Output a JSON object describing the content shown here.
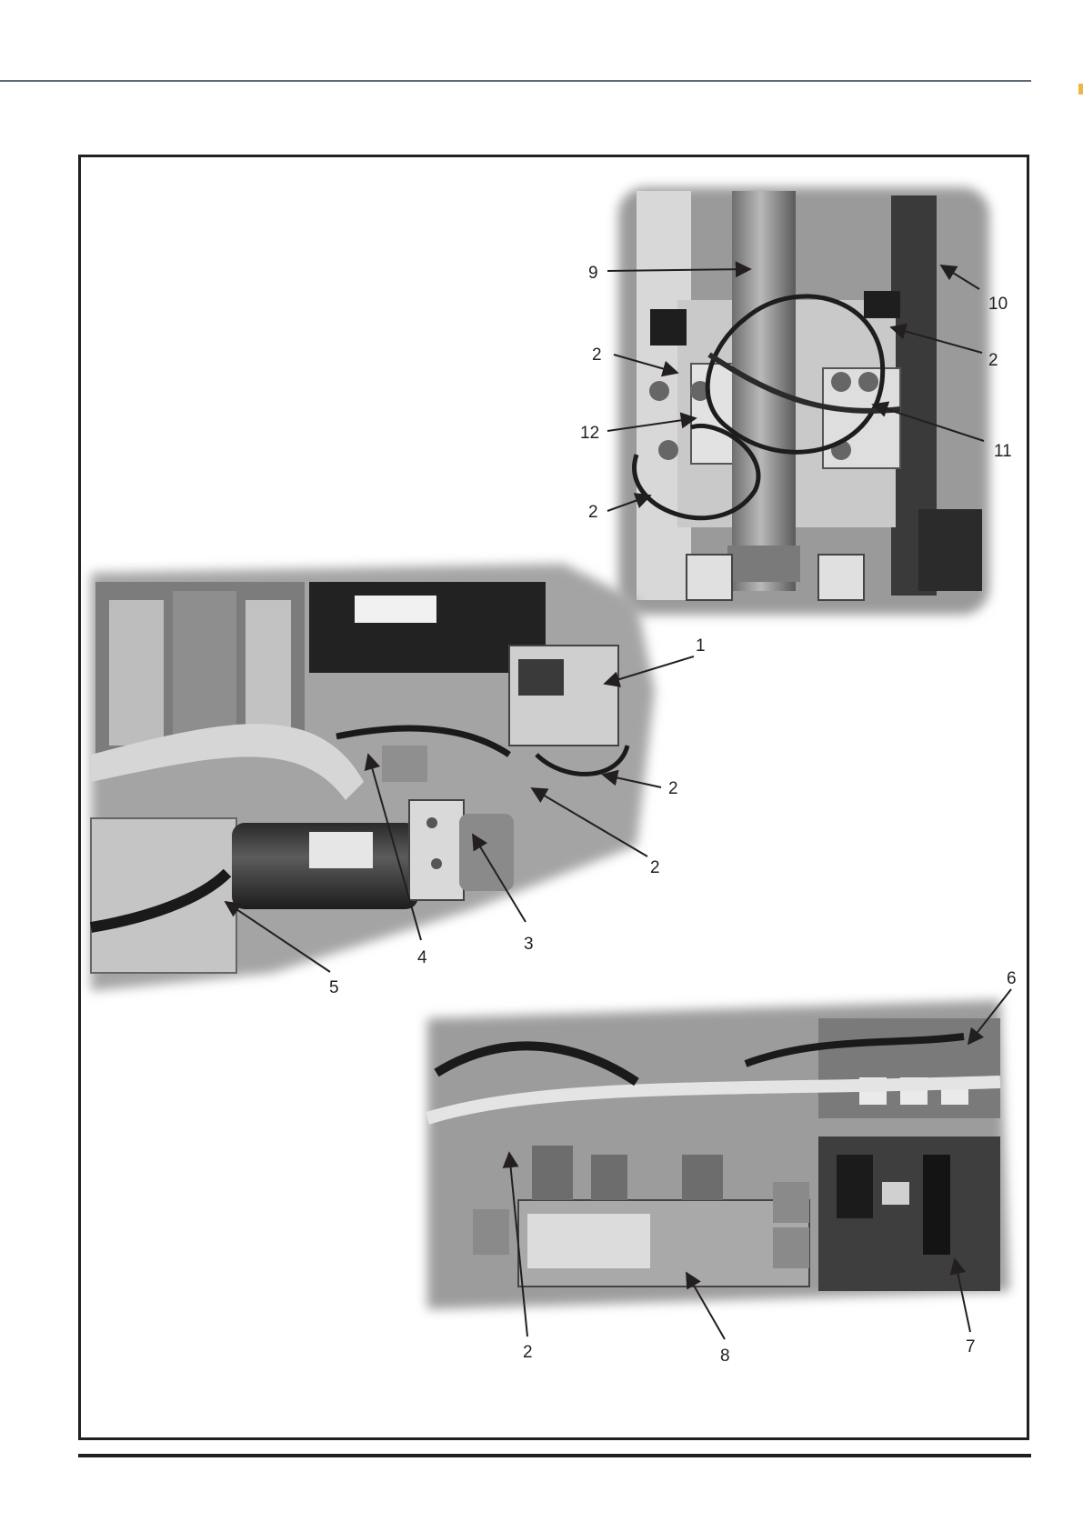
{
  "figure": {
    "callouts": [
      {
        "id": "c9",
        "label": "9"
      },
      {
        "id": "c10",
        "label": "10"
      },
      {
        "id": "c2a",
        "label": "2"
      },
      {
        "id": "c2b",
        "label": "2"
      },
      {
        "id": "c12",
        "label": "12"
      },
      {
        "id": "c11",
        "label": "11"
      },
      {
        "id": "c2c",
        "label": "2"
      },
      {
        "id": "c1",
        "label": "1"
      },
      {
        "id": "c2d",
        "label": "2"
      },
      {
        "id": "c2e",
        "label": "2"
      },
      {
        "id": "c3",
        "label": "3"
      },
      {
        "id": "c4",
        "label": "4"
      },
      {
        "id": "c5",
        "label": "5"
      },
      {
        "id": "c6",
        "label": "6"
      },
      {
        "id": "c2f",
        "label": "2"
      },
      {
        "id": "c8",
        "label": "8"
      },
      {
        "id": "c7",
        "label": "7"
      }
    ]
  }
}
